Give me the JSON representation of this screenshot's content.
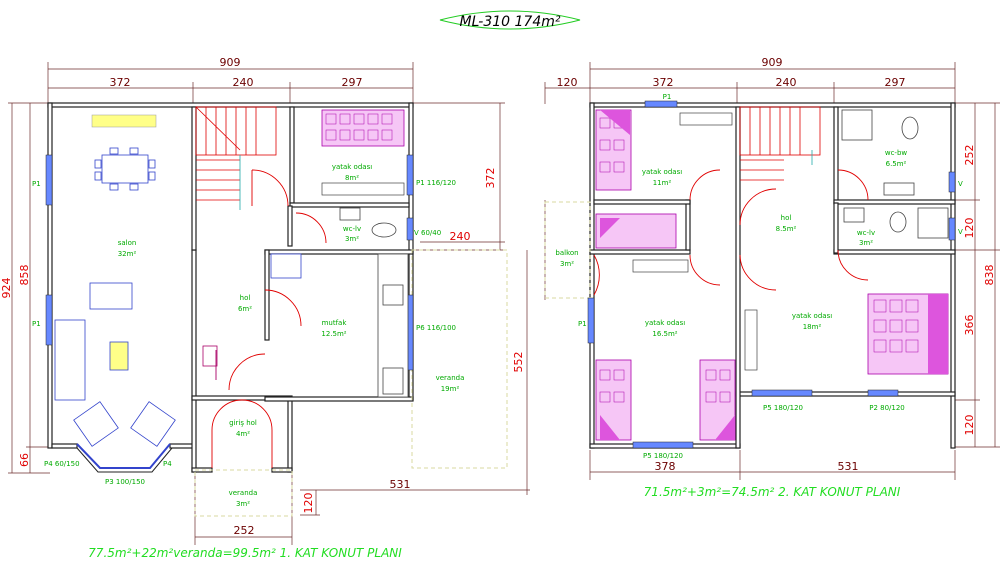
{
  "title": "ML-310 174m²",
  "plan1": {
    "caption": "77.5m²+22m²veranda=99.5m² 1. KAT KONUT PLANI",
    "dims": {
      "total_width": "909",
      "w1": "372",
      "w2": "240",
      "w3": "297",
      "left_total": "924",
      "left_inner": "858",
      "left_bottom": "66",
      "right_top": "372",
      "right_240": "240",
      "right_552": "552",
      "bottom_252": "252",
      "bottom_120": "120",
      "bottom_531": "531"
    },
    "rooms": {
      "salon": "salon",
      "salon_area": "32m²",
      "yatak": "yatak odası",
      "yatak_area": "8m²",
      "wc": "wc-lv",
      "wc_area": "3m²",
      "hol": "hol",
      "hol_area": "6m²",
      "mutfak": "mutfak",
      "mutfak_area": "12.5m²",
      "veranda": "veranda",
      "veranda_area": "19m²",
      "giris": "giriş hol",
      "giris_area": "4m²",
      "veranda2": "veranda",
      "veranda2_area": "3m²"
    },
    "windows": {
      "p1a": "P1",
      "p1b": "P1",
      "p1c": "P1 116/120",
      "v": "V 60/40",
      "p6": "P6 116/100",
      "p4a": "P4 60/150",
      "p4b": "P4",
      "p3": "P3 100/150"
    }
  },
  "plan2": {
    "caption": "71.5m²+3m²=74.5m² 2. KAT KONUT PLANI",
    "dims": {
      "total_width": "909",
      "w0": "120",
      "w1": "372",
      "w2": "240",
      "w3": "297",
      "r252": "252",
      "r120a": "120",
      "r838": "838",
      "r366": "366",
      "r120b": "120",
      "bottom_378": "378",
      "bottom_531": "531"
    },
    "rooms": {
      "yatak1": "yatak odası",
      "yatak1_area": "11m²",
      "wcbw": "wc-bw",
      "wcbw_area": "6.5m²",
      "hol": "hol",
      "hol_area": "8.5m²",
      "wclv": "wc-lv",
      "wclv_area": "3m²",
      "balkon": "balkon",
      "balkon_area": "3m²",
      "yatak2": "yatak odası",
      "yatak2_area": "16.5m²",
      "yatak3": "yatak odası",
      "yatak3_area": "18m²"
    },
    "windows": {
      "p1a": "P1",
      "p1b": "P1",
      "v1": "V",
      "v2": "V",
      "p5a": "P5 180/120",
      "p5b": "P5 180/120",
      "p2": "P2 80/120"
    }
  }
}
